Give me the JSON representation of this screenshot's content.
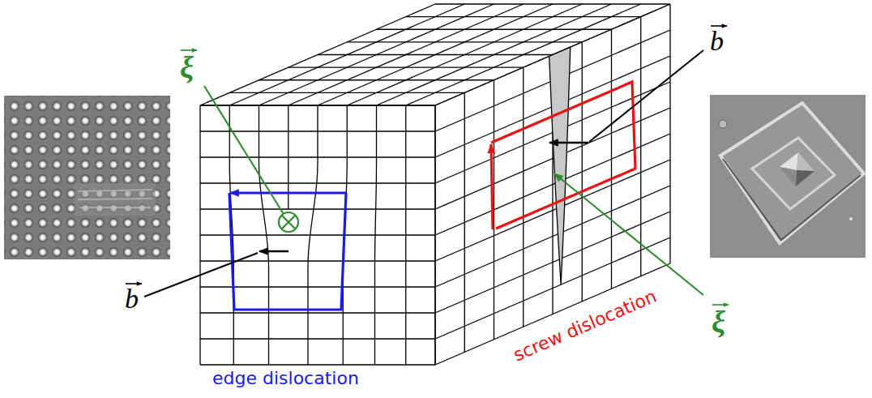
{
  "diagram": {
    "labels": [
      "ξ",
      "b",
      "b",
      "ξ",
      "edge dislocation",
      "screw dislocation"
    ]
  }
}
